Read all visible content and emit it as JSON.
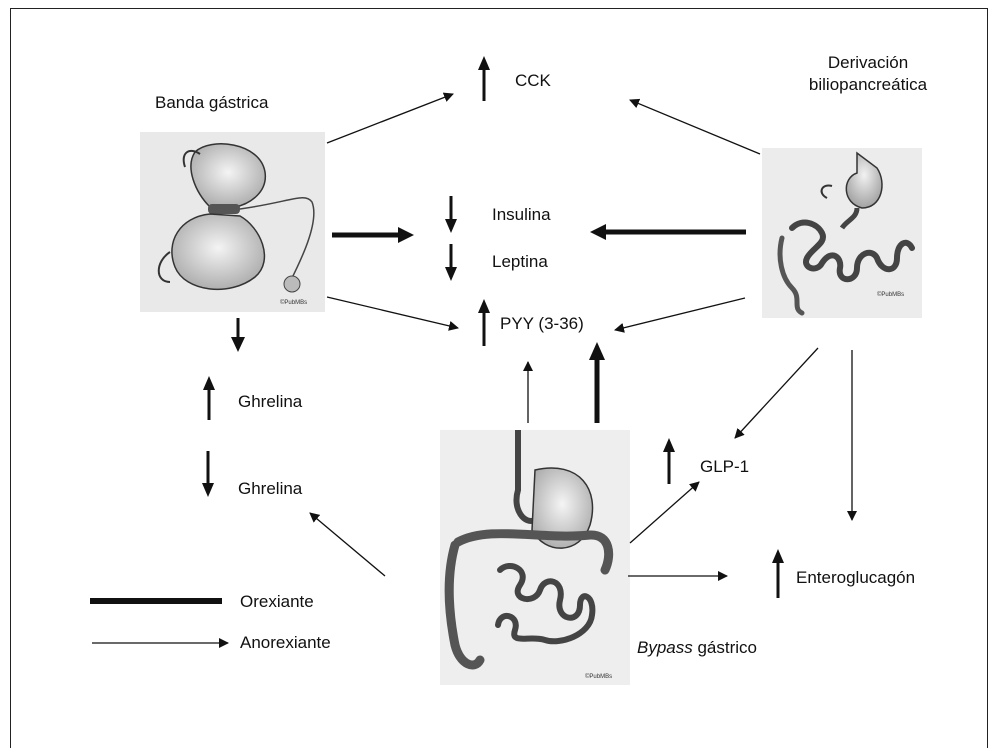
{
  "labels": {
    "banda": "Banda gástrica",
    "derivacion_line1": "Derivación",
    "derivacion_line2": "biliopancreática",
    "cck": "CCK",
    "insulina": "Insulina",
    "leptina": "Leptina",
    "pyy": "PYY (3-36)",
    "ghrelina_up": "Ghrelina",
    "ghrelina_down": "Ghrelina",
    "glp1": "GLP-1",
    "enteroglucagon": "Enteroglucagón",
    "bypass_italic": "Bypass",
    "bypass_rest": " gástrico",
    "orexiante": "Orexiante",
    "anorexiante": "Anorexiante"
  },
  "illustrations": {
    "band_credit": "©PubMBs",
    "derivacion_credit": "©PubMBs",
    "bypass_credit": "©PubMBs"
  },
  "colors": {
    "ink": "#111111",
    "illustration_shade": "#d8d8d8"
  }
}
